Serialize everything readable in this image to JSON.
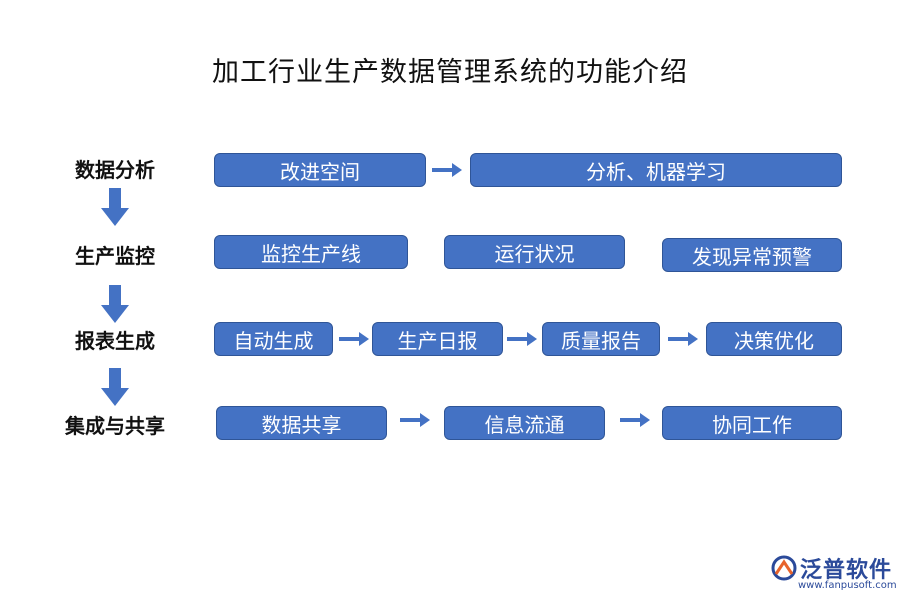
{
  "title": "加工行业生产数据管理系统的功能介绍",
  "stages": [
    {
      "label": "数据分析",
      "boxes": [
        "改进空间",
        "分析、机器学习"
      ]
    },
    {
      "label": "生产监控",
      "boxes": [
        "监控生产线",
        "运行状况",
        "发现异常预警"
      ]
    },
    {
      "label": "报表生成",
      "boxes": [
        "自动生成",
        "生产日报",
        "质量报告",
        "决策优化"
      ]
    },
    {
      "label": "集成与共享",
      "boxes": [
        "数据共享",
        "信息流通",
        "协同工作"
      ]
    }
  ],
  "logo": {
    "name": "泛普软件",
    "url": "www.fanpusoft.com"
  },
  "colors": {
    "box": "#4472c4",
    "box_border": "#2f5597",
    "arrow": "#4472c4"
  }
}
